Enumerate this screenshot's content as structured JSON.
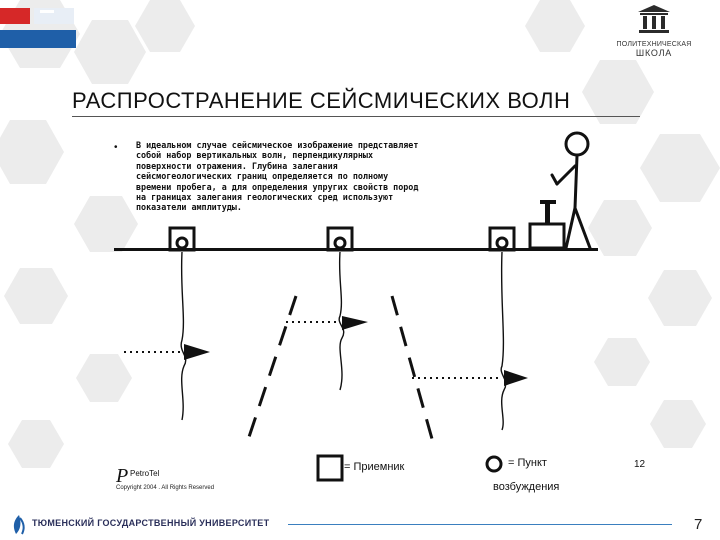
{
  "header": {
    "logo_line1": "ПОЛИТЕХНИЧЕСКАЯ",
    "logo_line2": "ШКОЛА"
  },
  "slide": {
    "title": "РАСПРОСТРАНЕНИЕ СЕЙСМИЧЕСКИХ ВОЛН",
    "bullet_symbol": "•",
    "body_lines": [
      "В идеальном случае сейсмическое изображение представляет",
      "собой набор вертикальных волн, перпендикулярных",
      "поверхности отражения. Глубина залегания",
      "сейсмогеологических границ определяется по полному",
      "времени пробега, а для определения упругих свойств пород",
      "на границах залегания геологических сред используют",
      "показатели амплитуды."
    ]
  },
  "diagram": {
    "legend_receiver": "= Приемник",
    "legend_source_line1": "= Пункт",
    "legend_source_line2": "возбуждения",
    "slide_number": "12",
    "publisher": "PetroTel",
    "copyright": "Copyright 2004 . All Rights Reserved"
  },
  "footer": {
    "university": "ТЮМЕНСКИЙ ГОСУДАРСТВЕННЫЙ УНИВЕРСИТЕТ",
    "page_number": "7"
  },
  "colors": {
    "accent_blue": "#1f5fa8",
    "accent_red": "#d62828",
    "hex_gray": "#e6e6e6"
  }
}
